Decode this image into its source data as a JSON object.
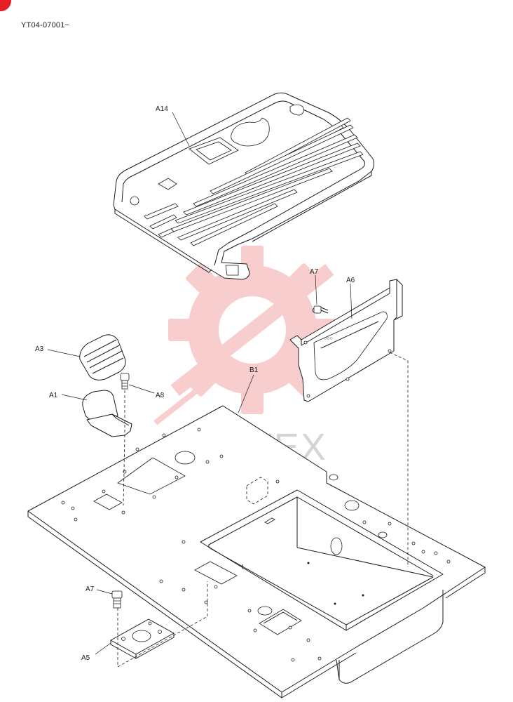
{
  "document": {
    "code": "YT04-07001~"
  },
  "watermark": {
    "text": "ИНТЕХ",
    "color": "#f4a6a6"
  },
  "callouts": {
    "a14": "A14",
    "a7_top": "A7",
    "a6": "A6",
    "a3": "A3",
    "b1": "B1",
    "a8": "A8",
    "a1": "A1",
    "a7_bottom": "A7",
    "a5": "A5"
  },
  "colors": {
    "accent": "#e31e24",
    "line": "#1a1a1a"
  }
}
